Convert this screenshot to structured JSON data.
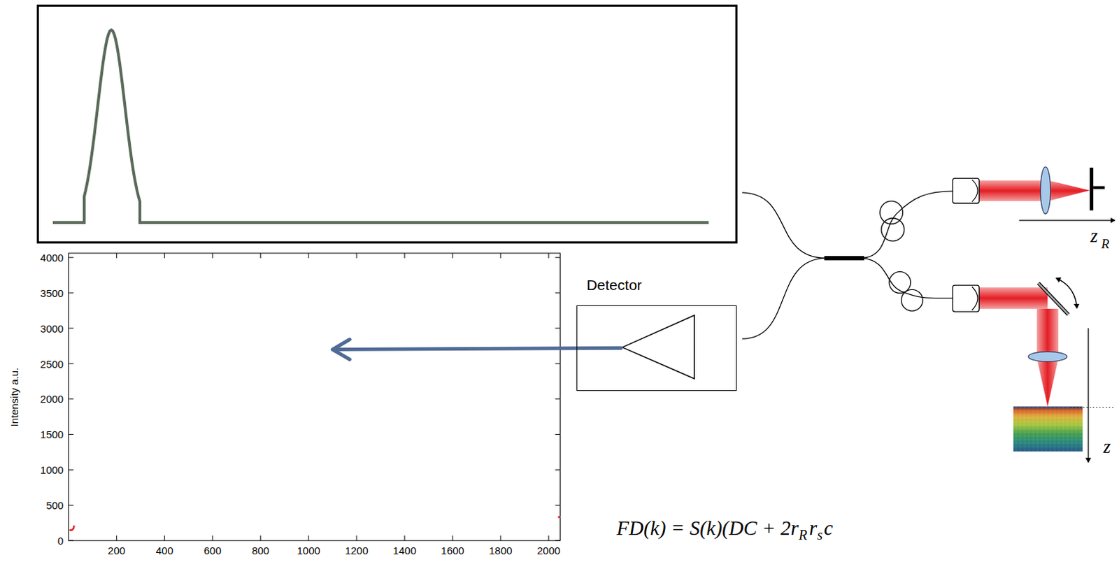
{
  "diagram": {
    "nodes": [
      {
        "text": [
          "Detector"
        ]
      }
    ],
    "labels": [
      "4000",
      "3500",
      "3000",
      "2500",
      "2000",
      "1500",
      "1000",
      "500",
      "0",
      "200",
      "400",
      "600",
      "800",
      "1000",
      "1200",
      "1400",
      "1600",
      "1800",
      "2000",
      "Intensity a.u.",
      "z",
      "R",
      "0",
      "z",
      "FD(k) = S(k)(DC + 2r",
      "R",
      "r",
      "s",
      "c"
    ]
  }
}
